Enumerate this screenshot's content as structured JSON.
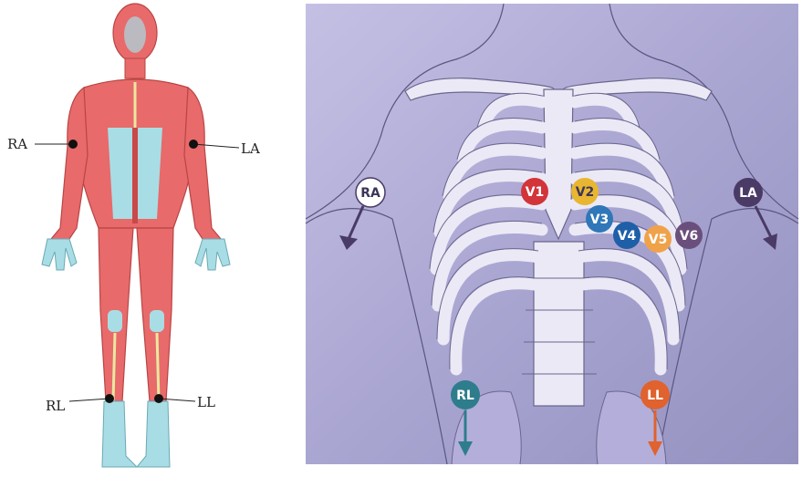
{
  "anatomy_figure": {
    "labels": {
      "ra": "RA",
      "la": "LA",
      "rl": "RL",
      "ll": "LL"
    },
    "colors": {
      "muscle": "#e86a6a",
      "muscle_dark": "#c94848",
      "tendon": "#a8dde6",
      "electrode": "#111111"
    }
  },
  "chest_diagram": {
    "background": "#aaa6d0",
    "electrodes": {
      "ra": {
        "label": "RA",
        "color": "#ffffff"
      },
      "la": {
        "label": "LA",
        "color": "#4a3a66"
      },
      "rl": {
        "label": "RL",
        "color": "#2e7d8c"
      },
      "ll": {
        "label": "LL",
        "color": "#e0622e"
      },
      "v1": {
        "label": "V1",
        "color": "#d2343a"
      },
      "v2": {
        "label": "V2",
        "color": "#e8b630"
      },
      "v3": {
        "label": "V3",
        "color": "#2f77b8"
      },
      "v4": {
        "label": "V4",
        "color": "#1f5fa8"
      },
      "v5": {
        "label": "V5",
        "color": "#f0a24a"
      },
      "v6": {
        "label": "V6",
        "color": "#6a4f7c"
      }
    }
  }
}
